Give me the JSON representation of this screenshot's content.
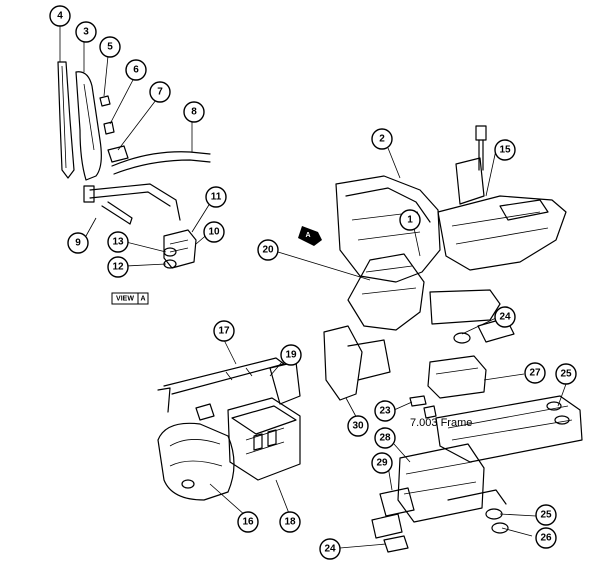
{
  "callouts": [
    {
      "id": "4",
      "label": "4"
    },
    {
      "id": "3",
      "label": "3"
    },
    {
      "id": "5",
      "label": "5"
    },
    {
      "id": "6",
      "label": "6"
    },
    {
      "id": "7",
      "label": "7"
    },
    {
      "id": "8",
      "label": "8"
    },
    {
      "id": "9",
      "label": "9"
    },
    {
      "id": "11",
      "label": "11"
    },
    {
      "id": "10",
      "label": "10"
    },
    {
      "id": "13",
      "label": "13"
    },
    {
      "id": "12",
      "label": "12"
    },
    {
      "id": "2",
      "label": "2"
    },
    {
      "id": "15",
      "label": "15"
    },
    {
      "id": "1",
      "label": "1"
    },
    {
      "id": "20",
      "label": "20"
    },
    {
      "id": "24a",
      "label": "24"
    },
    {
      "id": "17",
      "label": "17"
    },
    {
      "id": "19",
      "label": "19"
    },
    {
      "id": "27",
      "label": "27"
    },
    {
      "id": "25a",
      "label": "25"
    },
    {
      "id": "23",
      "label": "23"
    },
    {
      "id": "30",
      "label": "30"
    },
    {
      "id": "28",
      "label": "28"
    },
    {
      "id": "29",
      "label": "29"
    },
    {
      "id": "16",
      "label": "16"
    },
    {
      "id": "18",
      "label": "18"
    },
    {
      "id": "25b",
      "label": "25"
    },
    {
      "id": "26",
      "label": "26"
    },
    {
      "id": "24b",
      "label": "24"
    }
  ],
  "labels": {
    "view_a": "VIEW",
    "view_a_letter": "A",
    "view_arrow_letter": "A",
    "frame_label": "7.003 Frame"
  }
}
